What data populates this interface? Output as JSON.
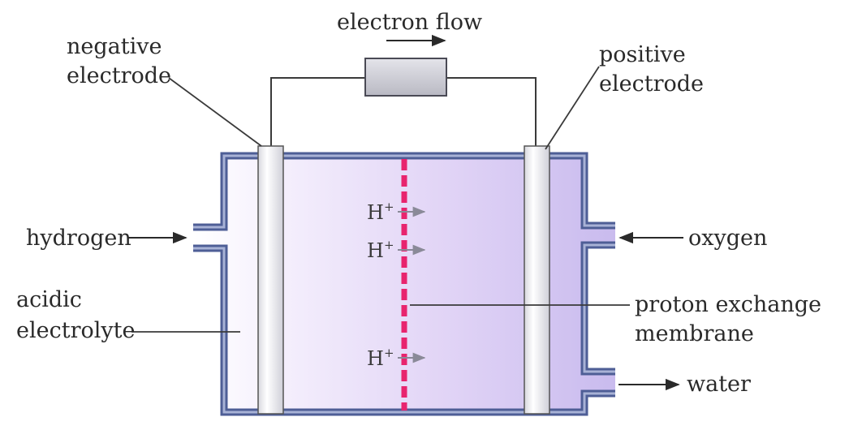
{
  "labels": {
    "electron_flow": "electron flow",
    "negative_electrode_line1": "negative",
    "negative_electrode_line2": "electrode",
    "positive_electrode_line1": "positive",
    "positive_electrode_line2": "electrode",
    "hydrogen": "hydrogen",
    "oxygen": "oxygen",
    "acidic_electrolyte_line1": "acidic",
    "acidic_electrolyte_line2": "electrolyte",
    "proton_exchange_membrane_line1": "proton exchange",
    "proton_exchange_membrane_line2": "membrane",
    "water": "water"
  },
  "ions": [
    {
      "symbol": "H",
      "charge": "+"
    },
    {
      "symbol": "H",
      "charge": "+"
    },
    {
      "symbol": "H",
      "charge": "+"
    }
  ],
  "colors": {
    "cell_wall": "#4e5e96",
    "electrolyte_left": "#ffffff",
    "electrolyte_right": "#c7b8ee",
    "membrane": "#e8246e",
    "electrode_fill": "#f4f4f6",
    "resistor_fill": "#c9c9d1",
    "wire": "#3a3a3a",
    "ion_arrow": "#8a8a98"
  }
}
